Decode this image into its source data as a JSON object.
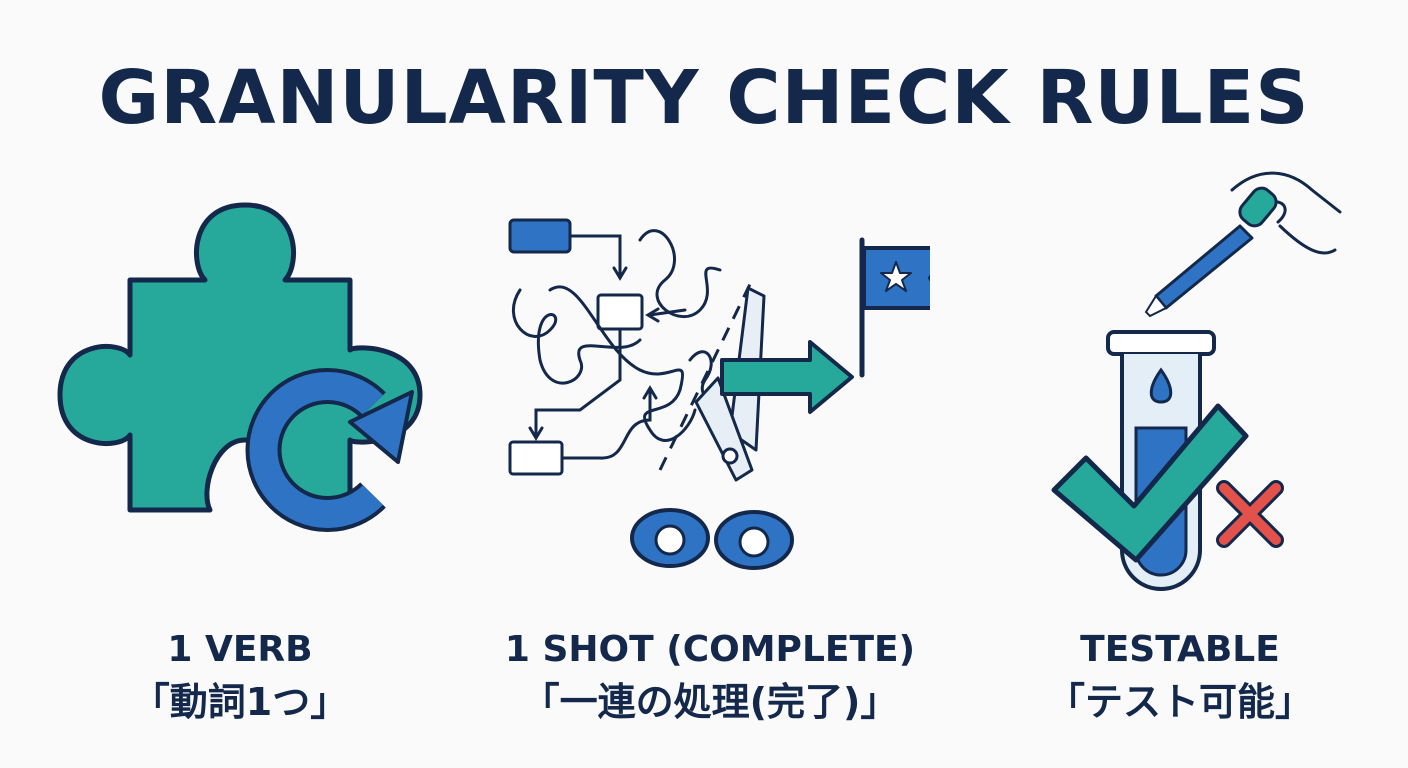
{
  "title": "GRANULARITY CHECK RULES",
  "colors": {
    "teal": "#26a89b",
    "blue": "#2f74c4",
    "navy": "#13284a",
    "red": "#e2524b",
    "background": "#fafafa"
  },
  "rules": [
    {
      "label_en": "1 VERB",
      "label_ja": "「動詞1つ」",
      "icons": [
        "puzzle-piece-icon",
        "refresh-arrow-icon"
      ]
    },
    {
      "label_en": "1 SHOT (COMPLETE)",
      "label_ja": "「一連の処理(完了)」",
      "icons": [
        "tangled-flow-icon",
        "scissors-icon",
        "arrow-right-icon",
        "star-flag-icon"
      ]
    },
    {
      "label_en": "TESTABLE",
      "label_ja": "「テスト可能」",
      "icons": [
        "dropper-icon",
        "test-tube-icon",
        "check-mark-icon",
        "cross-mark-icon"
      ]
    }
  ]
}
